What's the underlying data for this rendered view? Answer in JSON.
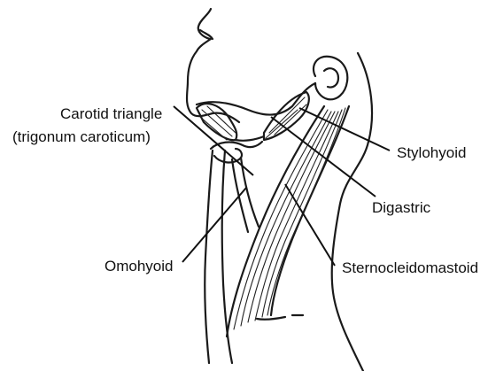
{
  "labels": {
    "carotid_triangle_line1": "Carotid triangle",
    "carotid_triangle_line2": "(trigonum caroticum)",
    "stylohyoid": "Stylohyoid",
    "digastric": "Digastric",
    "omohyoid": "Omohyoid",
    "sternocleidomastoid": "Sternocleidomastoid"
  }
}
